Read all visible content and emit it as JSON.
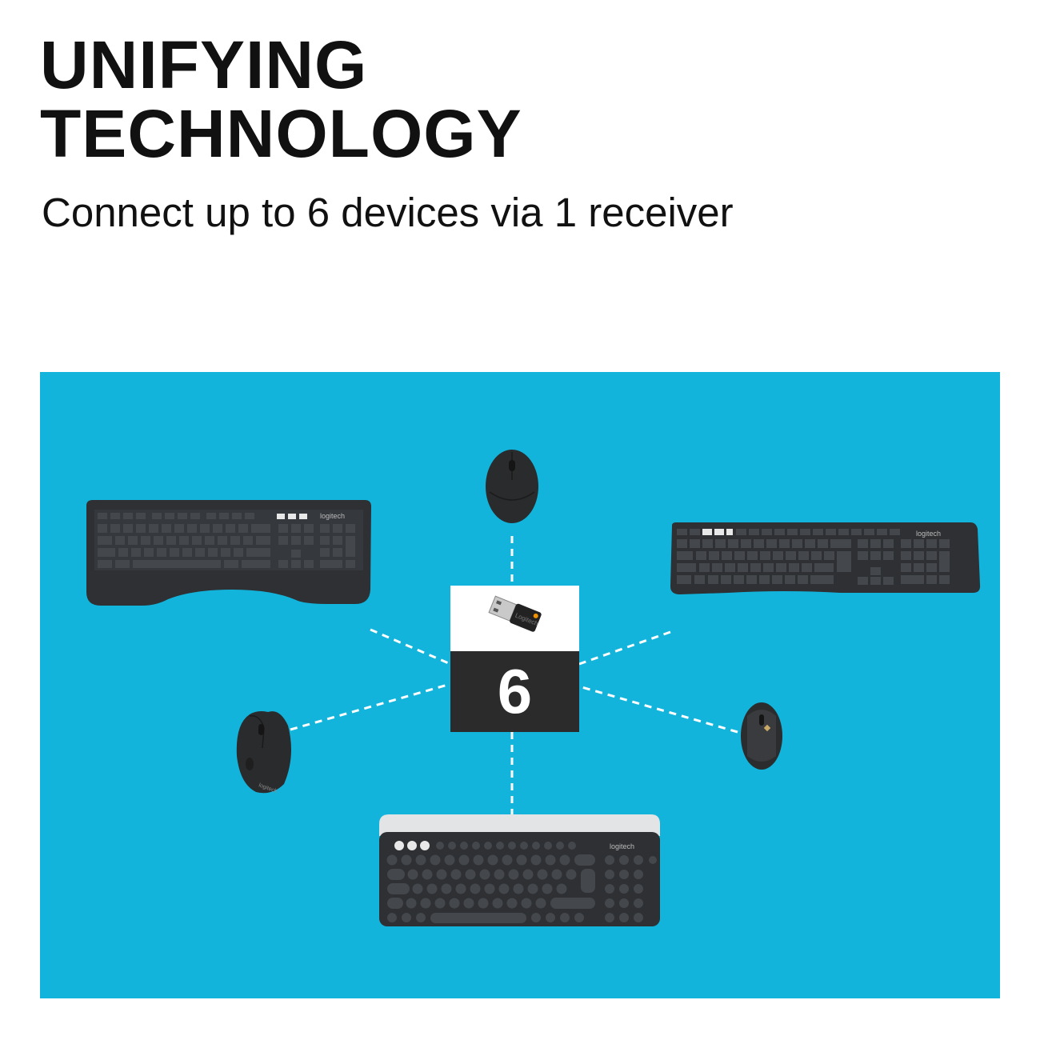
{
  "heading": {
    "line1": "UNIFYING",
    "line2": "TECHNOLOGY",
    "subtitle": "Connect up to 6 devices via 1 receiver"
  },
  "hub": {
    "count": "6",
    "receiver_brand": "Logitech"
  },
  "devices": [
    {
      "id": "top-left-keyboard",
      "type": "keyboard",
      "brand": "logitech"
    },
    {
      "id": "top-mouse",
      "type": "mouse"
    },
    {
      "id": "right-keyboard",
      "type": "keyboard",
      "brand": "logitech"
    },
    {
      "id": "left-mouse",
      "type": "mouse",
      "brand": "logitech"
    },
    {
      "id": "right-mouse",
      "type": "mouse"
    },
    {
      "id": "bottom-keyboard",
      "type": "keyboard",
      "brand": "logitech"
    }
  ],
  "colors": {
    "panel": "#13b4db",
    "hub_dark": "#2b2b2c",
    "device": "#2e3033",
    "key": "#3d4044",
    "connector": "#ffffff"
  }
}
